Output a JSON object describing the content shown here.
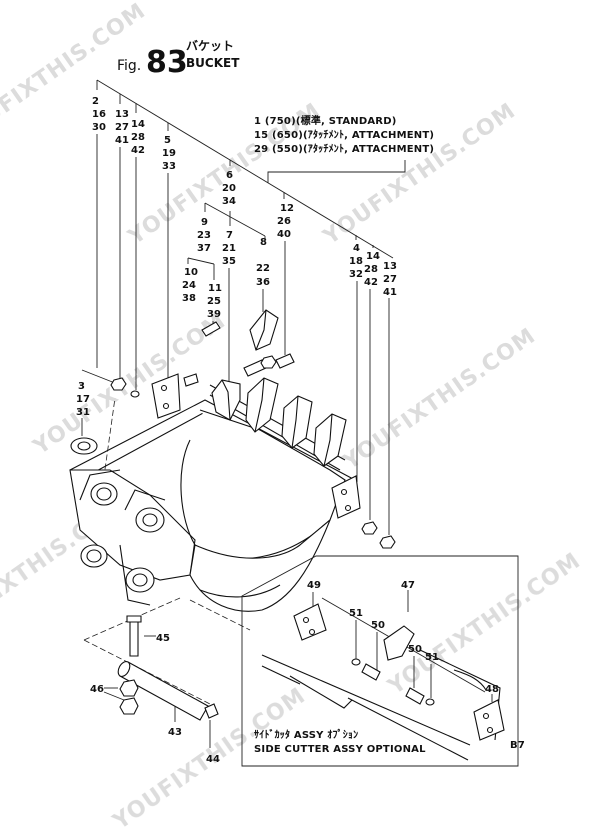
{
  "title": {
    "fig_prefix": "Fig.",
    "fig_number": "83",
    "name_jp": "バケット",
    "name_en": "BUCKET"
  },
  "notes": {
    "line1": "1 (750)(標準, STANDARD)",
    "line2": "15 (650)(ｱﾀｯﾁﾒﾝﾄ, ATTACHMENT)",
    "line3": "29 (550)(ｱﾀｯﾁﾒﾝﾄ, ATTACHMENT)"
  },
  "labels": {
    "c_2_16_30": [
      "2",
      "16",
      "30"
    ],
    "c_13_27_41_left": [
      "13",
      "27",
      "41"
    ],
    "c_14_28_42_left": [
      "14",
      "28",
      "42"
    ],
    "c_5_19_33": [
      "5",
      "19",
      "33"
    ],
    "c_6_20_34": [
      "6",
      "20",
      "34"
    ],
    "c_9_23_37": [
      "9",
      "23",
      "37"
    ],
    "c_7_21_35": [
      "7",
      "21",
      "35"
    ],
    "c_8_22_36": [
      "8",
      "22",
      "36"
    ],
    "c_10_24_38": [
      "10",
      "24",
      "38"
    ],
    "c_11_25_39": [
      "11",
      "25",
      "39"
    ],
    "c_12_26_40": [
      "12",
      "26",
      "40"
    ],
    "c_4_18_32": [
      "4",
      "18",
      "32"
    ],
    "c_14_28_42_right": [
      "14",
      "28",
      "42"
    ],
    "c_13_27_41_right": [
      "13",
      "27",
      "41"
    ],
    "c_3_17_31": [
      "3",
      "17",
      "31"
    ],
    "n45": "45",
    "n46": "46",
    "n43": "43",
    "n44": "44",
    "n49": "49",
    "n47": "47",
    "n51a": "51",
    "n50a": "50",
    "n50b": "50",
    "n51b": "51",
    "n48": "48"
  },
  "inset": {
    "caption_jp": "ｻｲﾄﾞｶｯﾀ ASSY ｵﾌﾟｼｮﾝ",
    "caption_en": "SIDE CUTTER ASSY OPTIONAL",
    "code": "B7"
  },
  "watermark": {
    "text": "YOUFIXTHIS.COM"
  }
}
